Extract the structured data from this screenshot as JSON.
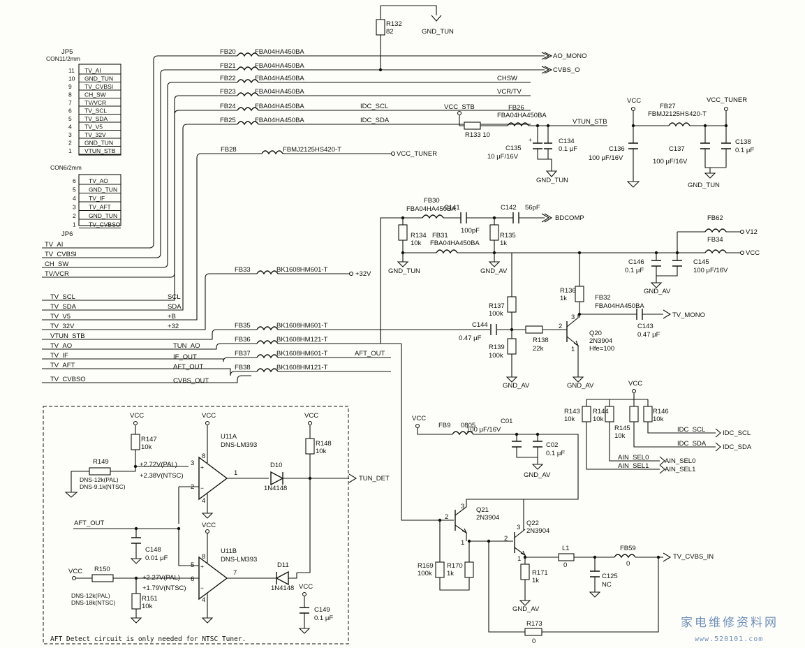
{
  "connectors": {
    "jp5": {
      "ref": "JP5",
      "type": "CON11/2mm",
      "pins": [
        "TV_AI",
        "GND_TUN",
        "TV_CVBSI",
        "CH_SW",
        "TV/VCR",
        "TV_SCL",
        "TV_SDA",
        "TV_V5",
        "TV_32V",
        "GND_TUN",
        "VTUN_STB"
      ],
      "pin_numbers": [
        "11",
        "10",
        "9",
        "8",
        "7",
        "6",
        "5",
        "4",
        "3",
        "2",
        "1"
      ]
    },
    "jp6": {
      "ref": "JP6",
      "type": "CON6/2mm",
      "pins": [
        "TV_AO",
        "GND_TUN",
        "TV_IF",
        "TV_AFT",
        "GND_TUN",
        "TV_CVBSO"
      ],
      "pin_numbers": [
        "6",
        "5",
        "4",
        "3",
        "2",
        "1"
      ]
    }
  },
  "left_bus": [
    "TV_AI",
    "TV_CVBSI",
    "CH_SW",
    "TV/VCR",
    "TV_SCL",
    "TV_SDA",
    "TV_V5",
    "TV_32V",
    "VTUN_STB",
    "TV_AO",
    "TV_IF",
    "TV_AFT",
    "TV_CVBSO"
  ],
  "inner_labels": [
    "SCL",
    "SDA",
    "+B",
    "+32",
    "TUN_AO",
    "IF_OUT",
    "AFT_OUT",
    "CVBS_OUT",
    "AFT_OUT"
  ],
  "ferrites_top": [
    {
      "ref": "FB20",
      "part": "FBA04HA450BA",
      "net": "AO_MONO"
    },
    {
      "ref": "FB21",
      "part": "FBA04HA450BA",
      "net": "CVBS_O"
    },
    {
      "ref": "FB22",
      "part": "FBA04HA450BA",
      "net": "CHSW"
    },
    {
      "ref": "FB23",
      "part": "FBA04HA450BA",
      "net": "VCR/TV"
    },
    {
      "ref": "FB24",
      "part": "FBA04HA450BA",
      "net": "IDC_SCL"
    },
    {
      "ref": "FB25",
      "part": "FBA04HA450BA",
      "net": "IDC_SDA"
    },
    {
      "ref": "FB28",
      "part": "FBMJ2125HS420-T",
      "net": "VCC_TUNER"
    }
  ],
  "ferrites_mid": [
    {
      "ref": "FB33",
      "part": "BK1608HM601-T",
      "net": "+32V"
    },
    {
      "ref": "FB35",
      "part": "BK1608HM601-T"
    },
    {
      "ref": "FB36",
      "part": "BK1608HM121-T"
    },
    {
      "ref": "FB37",
      "part": "BK1608HM601-T",
      "net": "AFT_OUT"
    },
    {
      "ref": "FB38",
      "part": "BK1608HM121-T"
    }
  ],
  "r132": {
    "ref": "R132",
    "value": "82",
    "net": "GND_TUN"
  },
  "stb": {
    "vcc": "VCC_STB",
    "r133": "R133 10",
    "fb26": "FB26",
    "fb26_part": "FBA04HA450BA",
    "net": "VTUN_STB",
    "c135": "C135",
    "c135_val": "10 μF/16V",
    "c134": "C134",
    "c134_val": "0.1 μF",
    "gnd": "GND_TUN"
  },
  "tuner_pwr": {
    "vcc": "VCC",
    "fb27": "FB27",
    "fb27_part": "FBMJ2125HS420-T",
    "vcc_tuner": "VCC_TUNER",
    "c136": "C136",
    "c136_val": "100 μF/16V",
    "c137": "C137",
    "c137_val": "100 μF/16V",
    "c138": "C138",
    "c138_val": "0.1 μF",
    "gnd": "GND_TUN"
  },
  "bdcomp": {
    "fb30": "FB30",
    "fb30_part": "FBA04HA450BA",
    "c141": "C141",
    "c141_val": "100pF",
    "c142": "C142",
    "c142_val": "56pF",
    "net": "BDCOMP",
    "r134": "R134",
    "r134_val": "10k",
    "fb31": "FB31",
    "fb31_part": "FBA04HA450BA",
    "r135": "R135",
    "r135_val": "1k",
    "gnd_tun": "GND_TUN",
    "gnd_av": "GND_AV"
  },
  "v12": {
    "fb62": "FB62",
    "net_v12": "V12",
    "fb34": "FB34",
    "net_vcc": "VCC",
    "c146": "C146",
    "c146_val": "0.1 μF",
    "c145": "C145",
    "c145_val": "100 μF/16V",
    "gnd": "GND_AV"
  },
  "mono_amp": {
    "r137": "R137",
    "r137_val": "100k",
    "r136": "R136",
    "r136_val": "1k",
    "fb32": "FB32",
    "fb32_part": "FBA04HA450BA",
    "c144": "C144",
    "c144_val": "0.47 μF",
    "r138": "R138",
    "r138_val": "22k",
    "r139": "R139",
    "r139_val": "100k",
    "q20": "Q20",
    "q20_part": "2N3904",
    "q20_hfe": "Hfe=100",
    "c143": "C143",
    "c143_val": "0.47 μF",
    "net": "TV_MONO",
    "gnd": "GND_AV",
    "pin2": "2",
    "pin3": "3",
    "pin1": "1"
  },
  "idc": {
    "vcc": "VCC",
    "r143": "R143",
    "r143_val": "10k",
    "r144": "R144",
    "r144_val": "10k",
    "r145": "R145",
    "r145_val": "10k",
    "r146": "R146",
    "r146_val": "10k",
    "nets": [
      "IDC_SCL",
      "IDC_SDA",
      "AIN_SEL0",
      "AIN_SEL1"
    ]
  },
  "cvbs": {
    "vcc": "VCC",
    "fb9": "FB9",
    "fb9_val": "0805",
    "c01": "C01",
    "c01_val": "100 μF/16V",
    "c02": "C02",
    "c02_val": "0.1 μF",
    "gnd": "GND_AV",
    "q21": "Q21",
    "q21_part": "2N3904",
    "q22": "Q22",
    "q22_part": "2N3904",
    "r169": "R169",
    "r169_val": "100k",
    "r170": "R170",
    "r170_val": "1k",
    "r171": "R171",
    "r171_val": "1k",
    "l1": "L1",
    "l1_val": "0",
    "fb59": "FB59",
    "fb59_val": "0",
    "c125": "C125",
    "c125_val": "NC",
    "r173": "R173",
    "r173_val": "0",
    "net": "TV_CVBS_IN"
  },
  "aft": {
    "vcc": "VCC",
    "r147": "R147",
    "r147_val": "10k",
    "r149": "R149",
    "r149_note1": "DNS-12k(PAL)",
    "r149_note2": "DNS-9.1k(NTSC)",
    "v_pal_a": "+2.72V(PAL)",
    "v_ntsc_a": "+2.38V(NTSC)",
    "u11a": "U11A",
    "u11a_part": "DNS-LM393",
    "d10": "D10",
    "d10_part": "1N4148",
    "r148": "R148",
    "r148_val": "10k",
    "net_tun_det": "TUN_DET",
    "aft_out": "AFT_OUT",
    "c148": "C148",
    "c148_val": "0.01 μF",
    "u11b": "U11B",
    "u11b_part": "DNS-LM393",
    "d11": "D11",
    "d11_part": "1N4148",
    "r150": "R150",
    "r150_note1": "DNS-12k(PAL)",
    "r150_note2": "DNS-18k(NTSC)",
    "v_pal_b": "+2.27V(PAL)",
    "v_ntsc_b": "+1.79V(NTSC)",
    "r151": "R151",
    "r151_val": "10k",
    "c149": "C149",
    "c149_val": "0.1 μF",
    "note": "AFT Detect circuit is only needed for NTSC Tuner.",
    "pins": {
      "p3": "3",
      "p2": "2",
      "p8": "8",
      "p4": "4",
      "p1": "1",
      "p5": "5",
      "p6": "6",
      "p7": "7"
    }
  },
  "watermark": {
    "cn": "家电维修资料网",
    "url": "www.520101.com"
  }
}
